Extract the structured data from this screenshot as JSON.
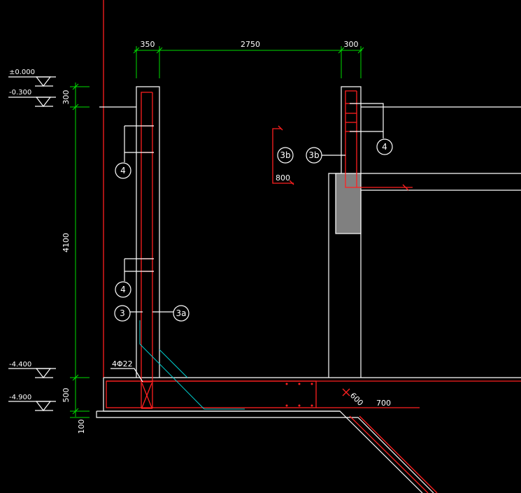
{
  "dimensions": {
    "top_left": "350",
    "top_mid": "2750",
    "top_right": "300",
    "side_300": "300",
    "side_4100": "4100",
    "side_500": "500",
    "side_100": "100",
    "slab_600": "600",
    "slab_700": "700",
    "bar_800": "800"
  },
  "levels": [
    "±0.000",
    "-0.300",
    "-4.400",
    "-4.900"
  ],
  "labels": {
    "bar_4_top_left": "4",
    "bar_4_mid_left": "4",
    "bar_3_left": "3",
    "bar_3a": "3a",
    "bar_3b_center": "3b",
    "bar_3b_right": "3b",
    "bar_4_right": "4",
    "rebar_4phi22": "4Φ22"
  },
  "colors": {
    "background": "#000000",
    "outline": "#ffffff",
    "rebar": "#ff2020",
    "dimension": "#00dd00",
    "auxiliary": "#00d0d0",
    "fill_gray": "#808080"
  }
}
